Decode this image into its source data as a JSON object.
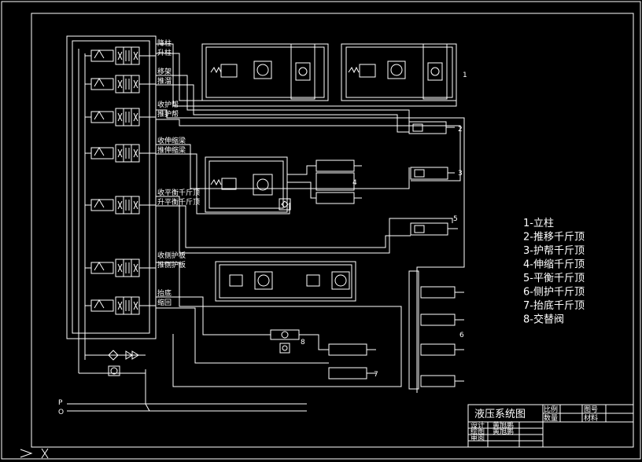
{
  "valves": [
    {
      "label_top": "降柱",
      "label_bottom": "升柱"
    },
    {
      "label_top": "移架",
      "label_bottom": "推溜"
    },
    {
      "label_top": "收护帮",
      "label_bottom": "推护帮"
    },
    {
      "label_top": "收伸缩梁",
      "label_bottom": "推伸缩梁"
    },
    {
      "label_top": "收平衡千斤顶",
      "label_bottom": "升平衡千斤顶"
    },
    {
      "label_top": "收侧护板",
      "label_bottom": "推侧护板"
    },
    {
      "label_top": "抬底",
      "label_bottom": "缩回"
    }
  ],
  "component_numbers": {
    "n1": "1",
    "n2": "2",
    "n3": "3",
    "n4": "4",
    "n5": "5",
    "n6": "6",
    "n7": "7",
    "n8": "8"
  },
  "supply_lines": {
    "p": "P",
    "o": "O"
  },
  "legend": [
    "1-立柱",
    "2-推移千斤顶",
    "3-护帮千斤顶",
    "4-伸缩千斤顶",
    "5-平衡千斤顶",
    "6-侧护千斤顶",
    "7-抬底千斤顶",
    "8-交替阀"
  ],
  "title_block": {
    "title": "液压系统图",
    "ratio": "比例",
    "count": "数量",
    "drawing_no": "图号",
    "material": "材料",
    "design": "设计",
    "design_name": "黄旭鹏",
    "draw": "绘图",
    "draw_name": "黄旭鹏",
    "review": "审阅"
  }
}
